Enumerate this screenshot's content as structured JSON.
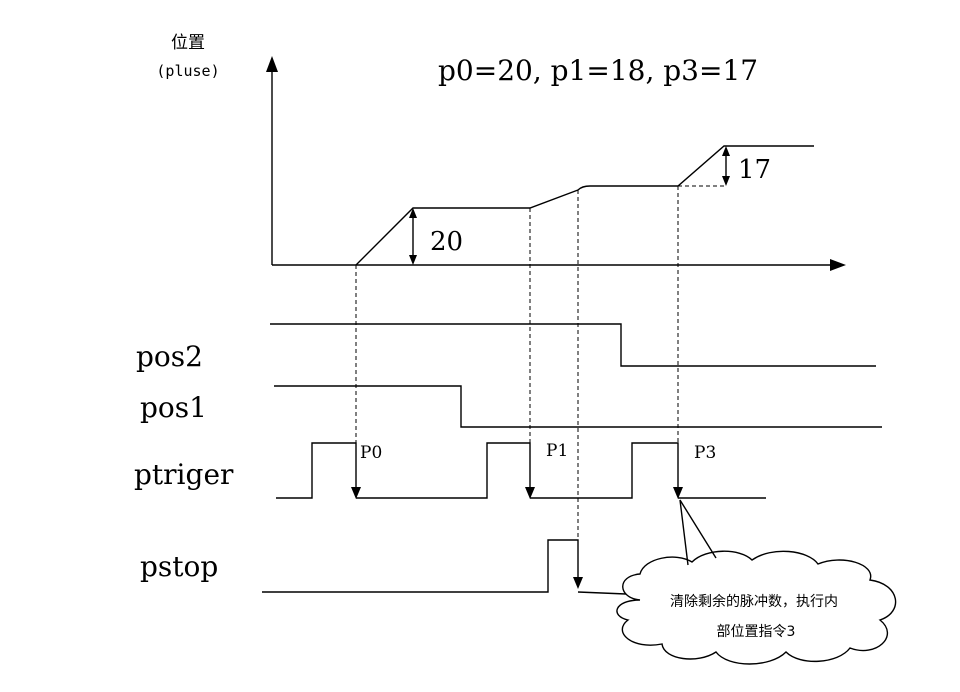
{
  "axis": {
    "y_label": "位置",
    "y_unit": "(pluse)"
  },
  "header": {
    "params": "p0=20, p1=18, p3=17"
  },
  "position_curve": {
    "step1_label": "20",
    "step2_label": "17"
  },
  "signals": {
    "pos2": "pos2",
    "pos1": "pos1",
    "ptriger": "ptriger",
    "pstop": "pstop"
  },
  "trigger_points": {
    "p0": "P0",
    "p1": "P1",
    "p3": "P3"
  },
  "callout": {
    "line1": "清除剩余的脉冲数，执行内",
    "line2": "部位置指令3"
  }
}
